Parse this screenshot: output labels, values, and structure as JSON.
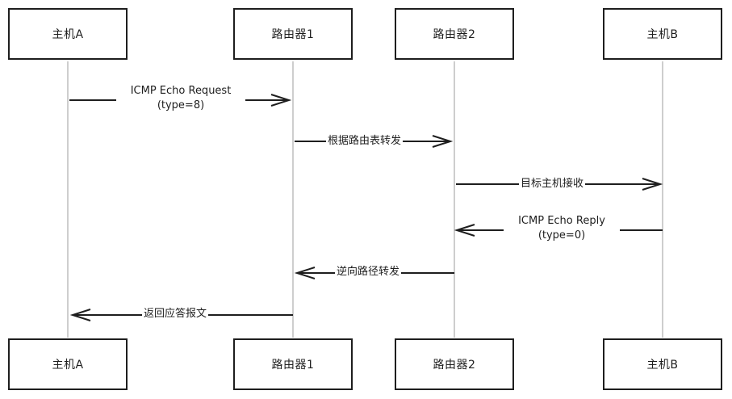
{
  "participants": [
    {
      "id": "hostA",
      "label": "主机A"
    },
    {
      "id": "router1",
      "label": "路由器1"
    },
    {
      "id": "router2",
      "label": "路由器2"
    },
    {
      "id": "hostB",
      "label": "主机B"
    }
  ],
  "messages": [
    {
      "from": "hostA",
      "to": "router1",
      "line1": "ICMP Echo Request",
      "line2": "(type=8)"
    },
    {
      "from": "router1",
      "to": "router2",
      "line1": "根据路由表转发",
      "line2": ""
    },
    {
      "from": "router2",
      "to": "hostB",
      "line1": "目标主机接收",
      "line2": ""
    },
    {
      "from": "hostB",
      "to": "router2",
      "line1": "ICMP Echo Reply",
      "line2": "(type=0)"
    },
    {
      "from": "router2",
      "to": "router1",
      "line1": "逆向路径转发",
      "line2": ""
    },
    {
      "from": "router1",
      "to": "hostA",
      "line1": "返回应答报文",
      "line2": ""
    }
  ]
}
